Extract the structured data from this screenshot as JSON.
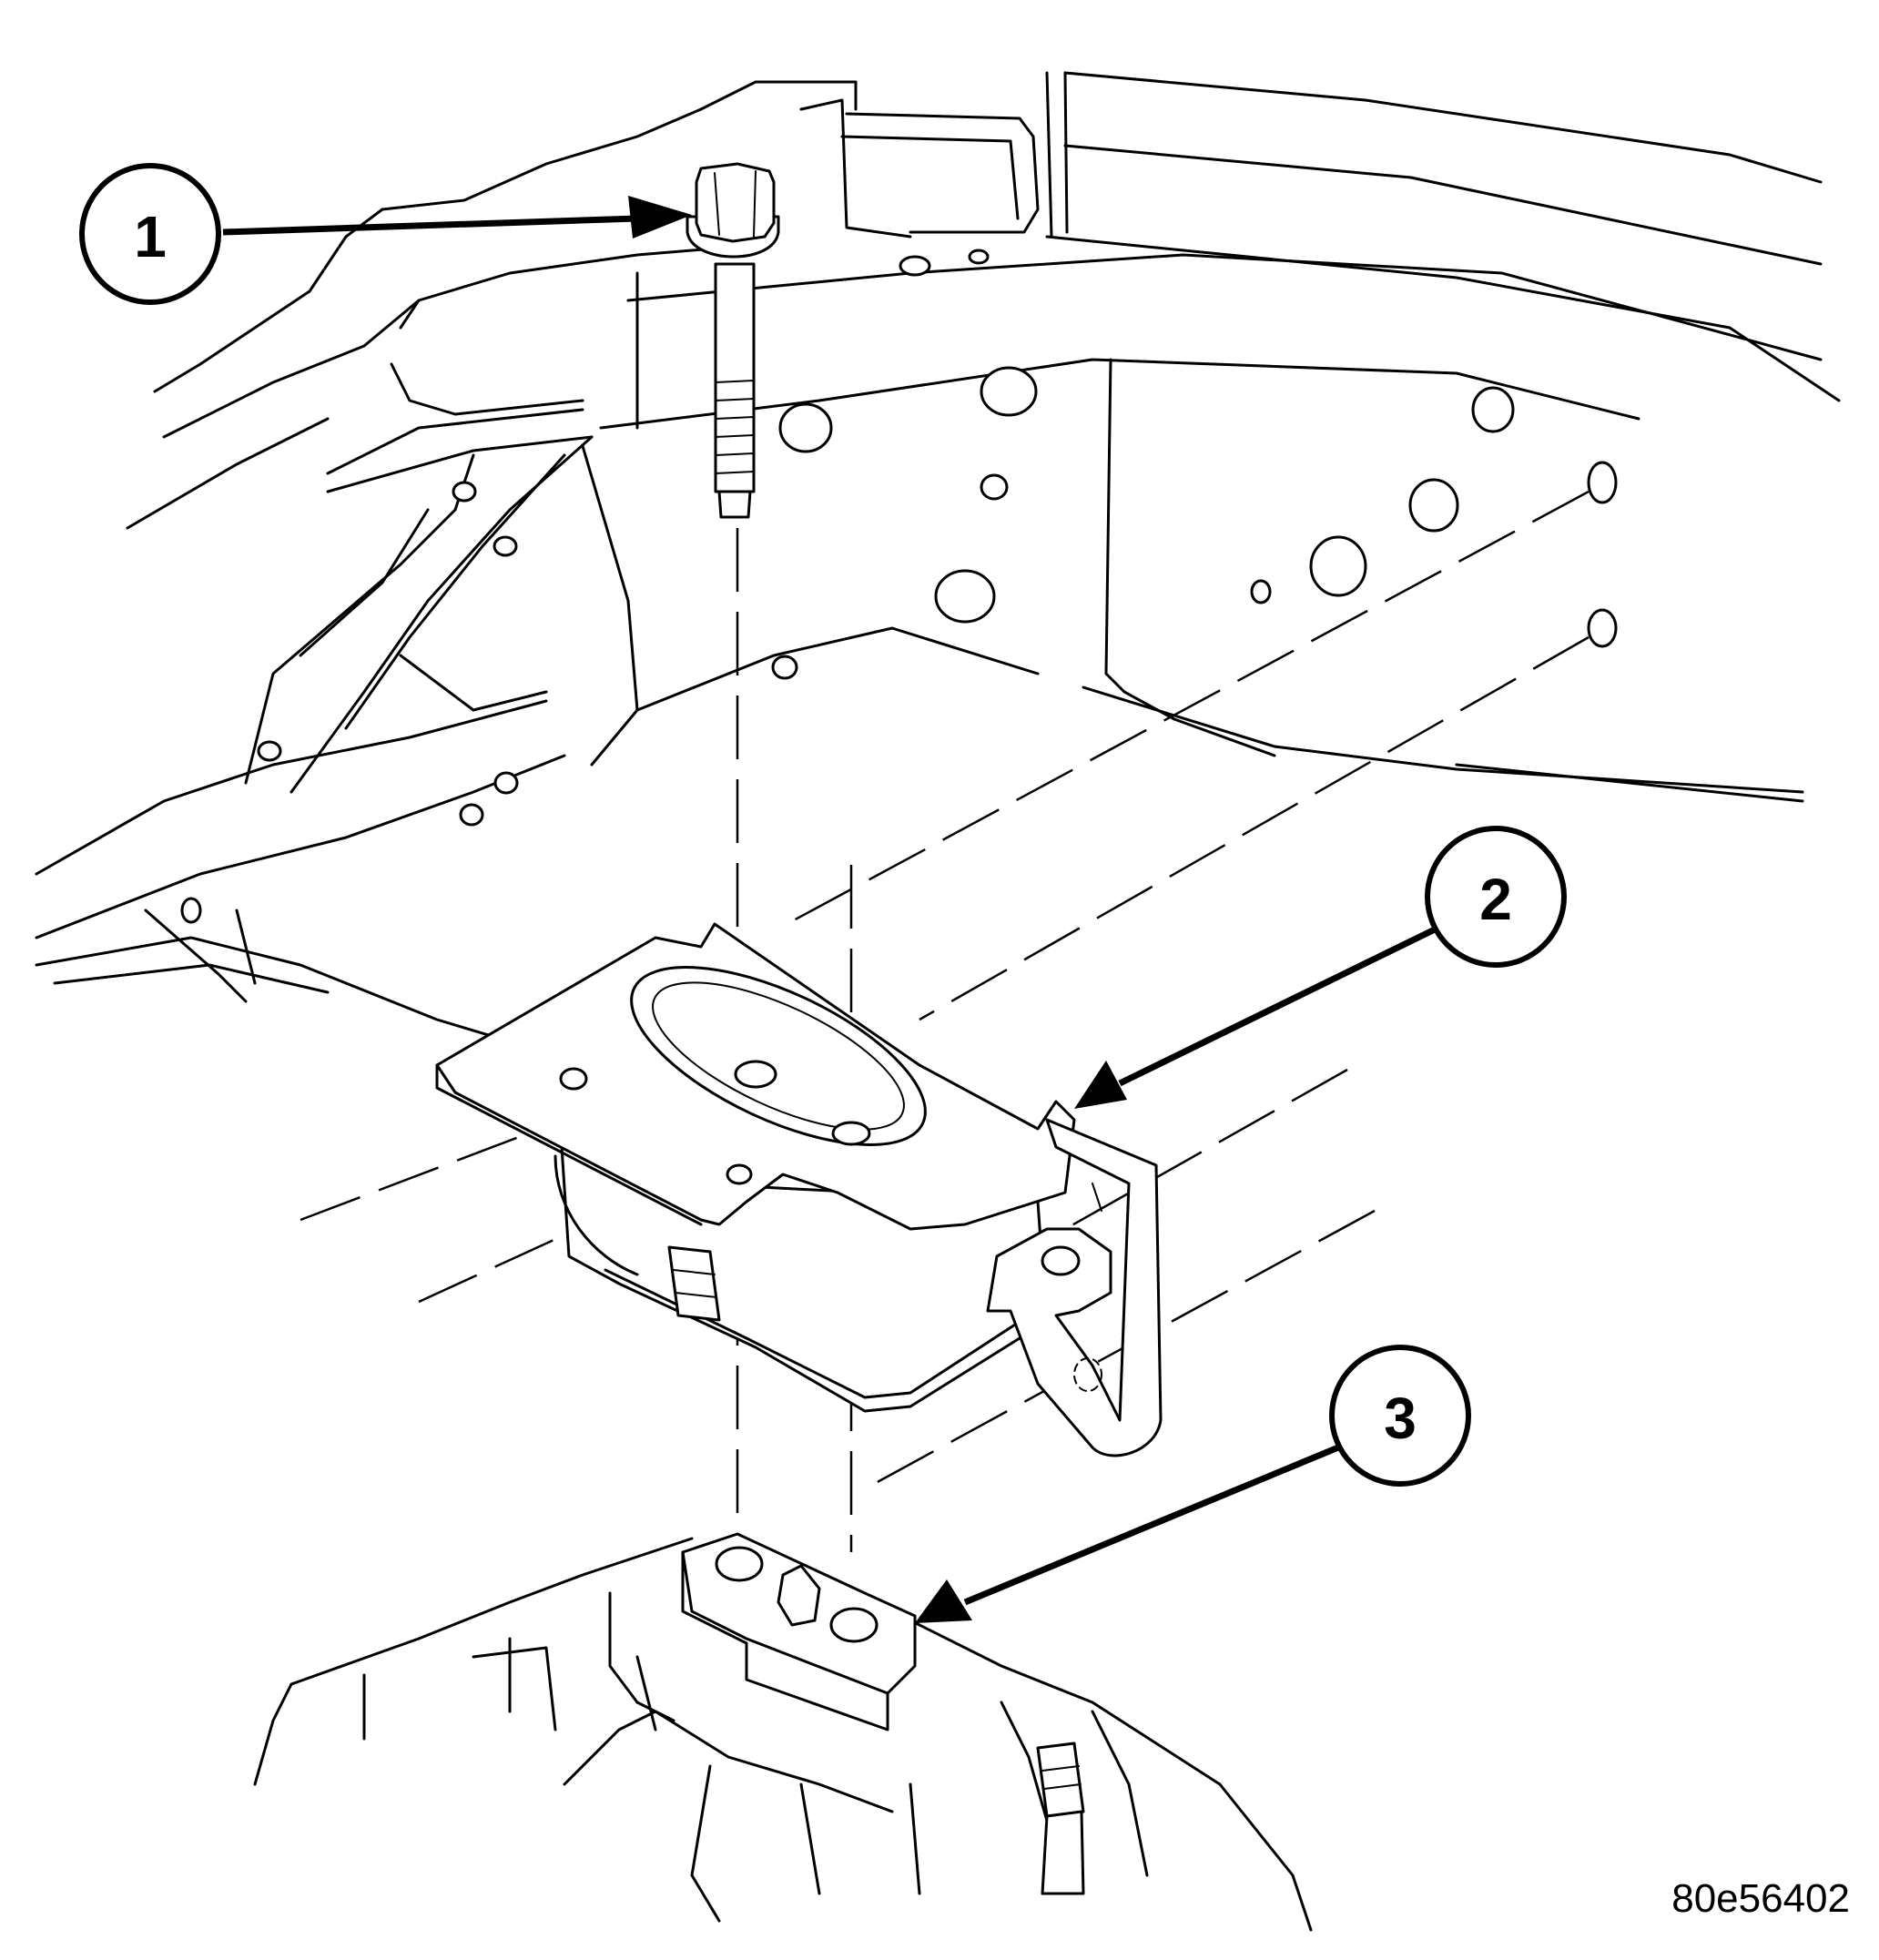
{
  "figure_id": "80e56402",
  "callouts": [
    {
      "label": "1",
      "part": "bolt"
    },
    {
      "label": "2",
      "part": "bracket"
    },
    {
      "label": "3",
      "part": "mount"
    }
  ],
  "colors": {
    "line": "#000000",
    "background": "#ffffff"
  }
}
